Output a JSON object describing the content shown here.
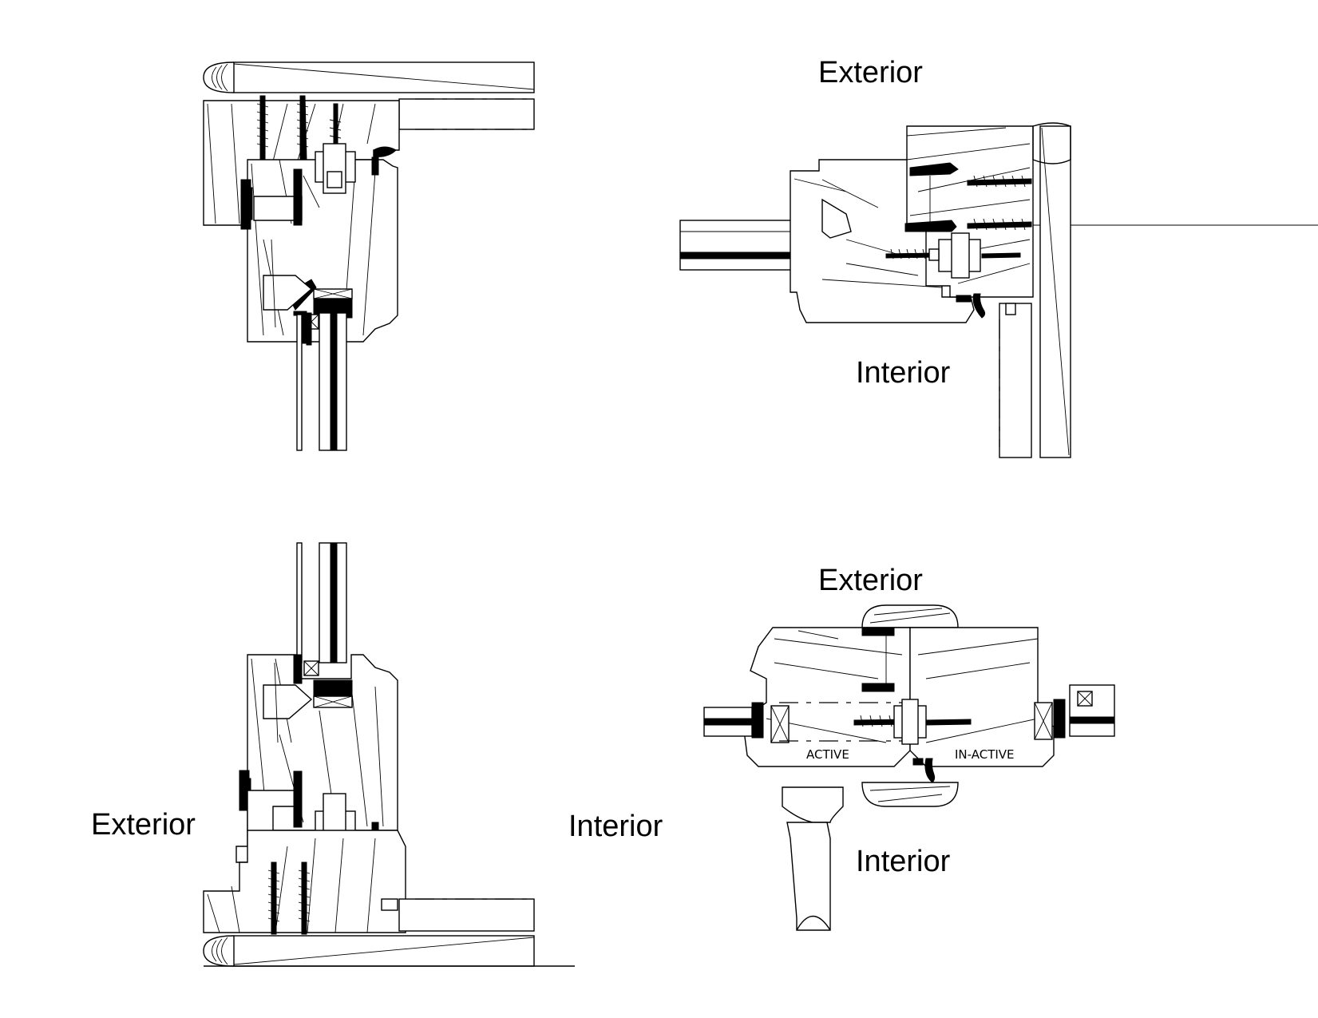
{
  "labels": {
    "top_right_exterior": "Exterior",
    "top_right_interior": "Interior",
    "bottom_left_exterior": "Exterior",
    "bottom_left_interior": "Interior",
    "bottom_right_exterior": "Exterior",
    "bottom_right_interior": "Interior",
    "active": "ACTIVE",
    "inactive": "IN-ACTIVE"
  }
}
